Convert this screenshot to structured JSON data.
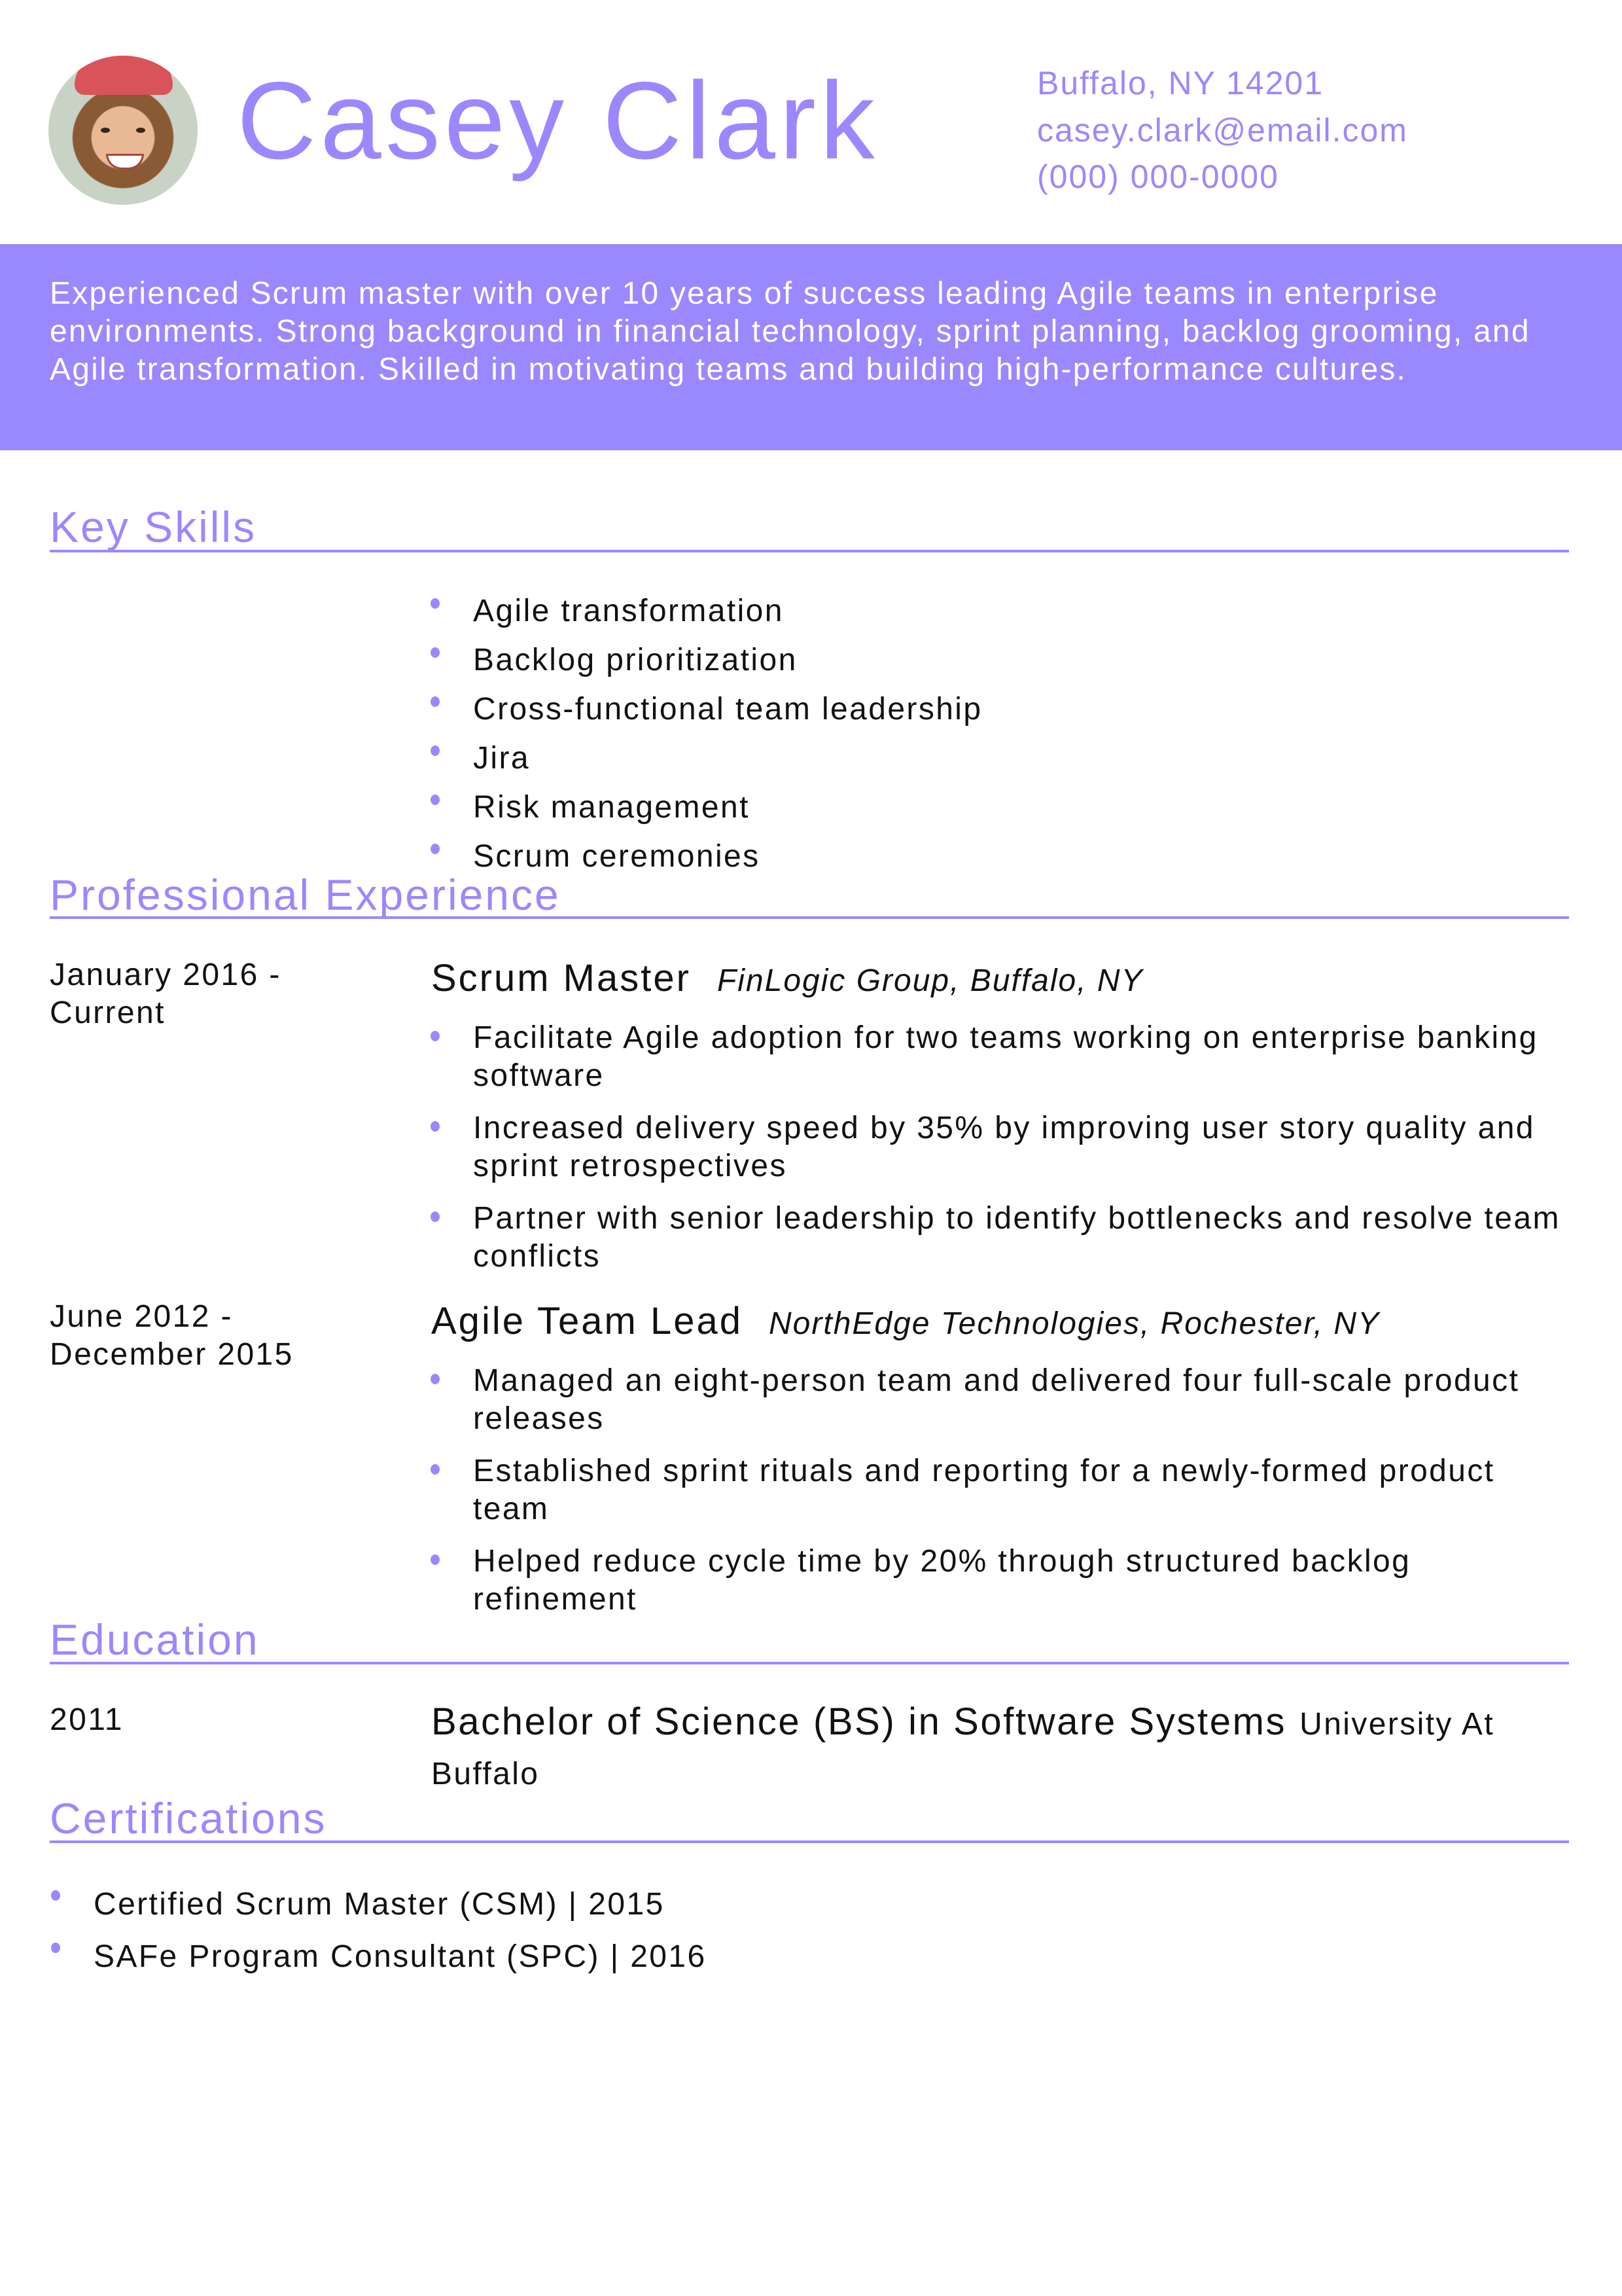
{
  "header": {
    "name": "Casey Clark",
    "address": "Buffalo, NY 14201",
    "email": "casey.clark@email.com",
    "phone": "(000) 000-0000"
  },
  "summary": "Experienced Scrum master with over 10 years of success leading Agile teams in enterprise environments. Strong background in financial technology, sprint planning, backlog grooming, and Agile transformation. Skilled in motivating teams and building high-performance cultures.",
  "sections": {
    "skills": "Key Skills",
    "experience": "Professional Experience",
    "education": "Education",
    "certifications": "Certifications"
  },
  "skills": [
    "Agile transformation",
    "Backlog prioritization",
    "Cross-functional team leadership",
    "Jira",
    "Risk management",
    "Scrum ceremonies"
  ],
  "jobs": [
    {
      "dates": "January 2016 - Current",
      "title": "Scrum Master",
      "company": "FinLogic Group, Buffalo, NY",
      "bullets": [
        "Facilitate Agile adoption for two teams working on enterprise banking software",
        "Increased delivery speed by 35% by improving user story quality and sprint retrospectives",
        "Partner with senior leadership to identify bottlenecks and resolve team conflicts"
      ]
    },
    {
      "dates": "June 2012 - December 2015",
      "title": "Agile Team Lead",
      "company": "NorthEdge Technologies, Rochester, NY",
      "bullets": [
        "Managed an eight-person team and delivered four full-scale product releases",
        "Established sprint rituals and reporting for a newly-formed product team",
        "Helped reduce cycle time by 20% through structured backlog refinement"
      ]
    }
  ],
  "education": {
    "year": "2011",
    "degree": "Bachelor of Science (BS) in Software Systems",
    "school": "University At Buffalo"
  },
  "certifications": [
    "Certified Scrum Master (CSM) | 2015",
    "SAFe Program Consultant (SPC) | 2016"
  ],
  "colors": {
    "accent": "#9a88ff"
  }
}
